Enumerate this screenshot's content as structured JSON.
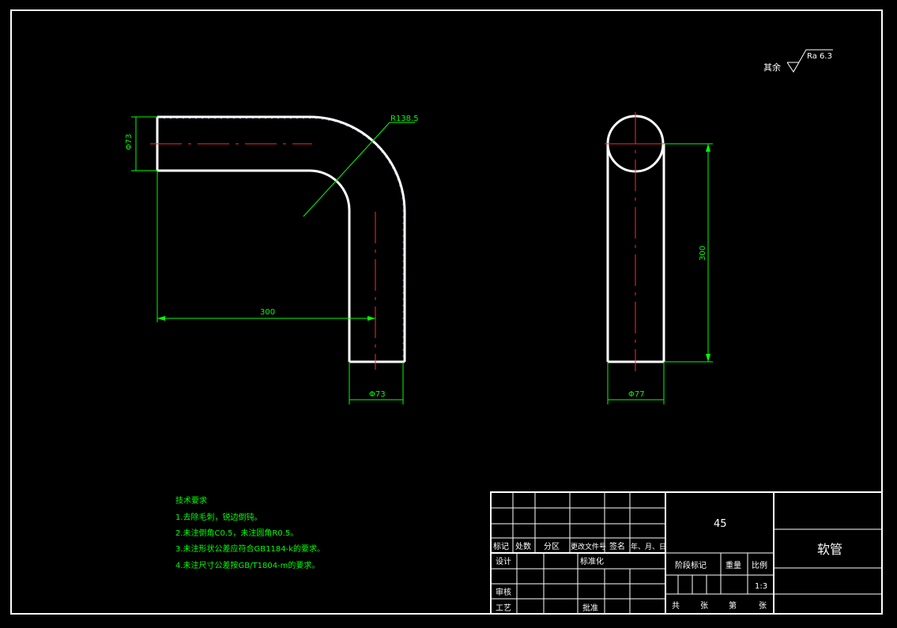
{
  "dimensions": {
    "dia_left": "Φ73",
    "radius": "R138.5",
    "horiz_len": "300",
    "dia_bottom": "Φ73",
    "vert_len": "300",
    "dia_side": "Φ77"
  },
  "surface": {
    "label": "其余",
    "roughness": "Ra 6.3"
  },
  "tech_requirements": {
    "title": "技术要求",
    "items": [
      "1.去除毛刺，锐边倒钝。",
      "2.未注倒角C0.5，未注圆角R0.5。",
      "3.未注形状公差应符合GB1184-k的要求。",
      "4.未注尺寸公差按GB/T1804-m的要求。"
    ]
  },
  "title_block": {
    "col_headers": [
      "标记",
      "处数",
      "分区",
      "更改文件号",
      "签名",
      "年、月、日"
    ],
    "design": "设计",
    "standardize": "标准化",
    "review": "审核",
    "process": "工艺",
    "approve": "批准",
    "material": "45",
    "stage_mark": "阶段标记",
    "weight": "重量",
    "scale": "比例",
    "scale_value": "1:3",
    "part_name": "软管",
    "sheet_total": "共",
    "sheet_label": "张",
    "sheet_num": "第",
    "sheet_label2": "张"
  }
}
